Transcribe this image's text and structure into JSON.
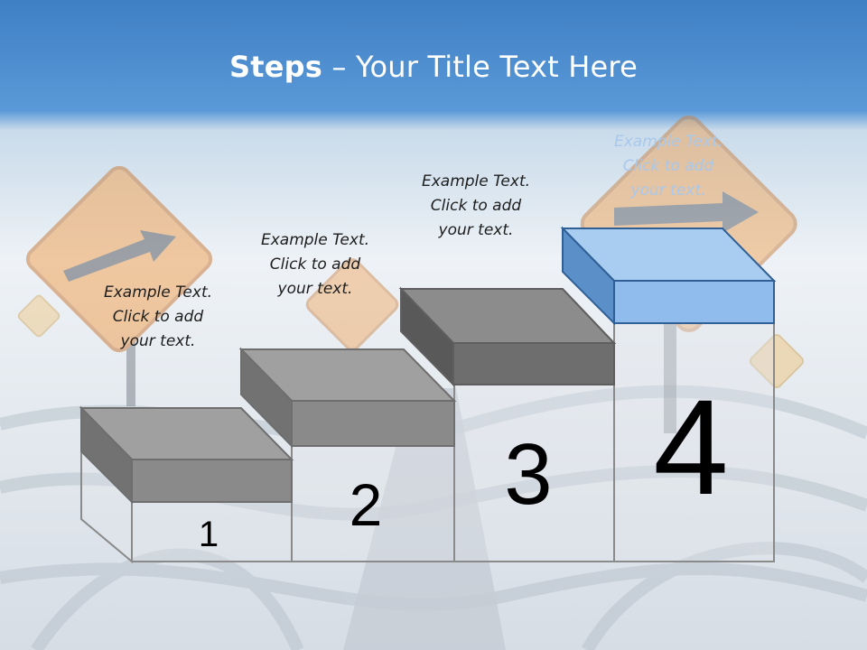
{
  "slide": {
    "title_bold": "Steps",
    "title_rest": " – Your Title Text Here"
  },
  "steps": [
    {
      "number": "1",
      "text": [
        "Example Text.",
        "Click  to add",
        "your text."
      ]
    },
    {
      "number": "2",
      "text": [
        "Example Text.",
        "Click  to add",
        "your text."
      ]
    },
    {
      "number": "3",
      "text": [
        "Example Text.",
        "Click  to add",
        "your text."
      ]
    },
    {
      "number": "4",
      "text": [
        "Example Text.",
        "Click  to add",
        "your text."
      ]
    }
  ],
  "colors": {
    "sky_top": "#3f7fc4",
    "sky_bottom": "#e9eef3",
    "block_gray": "#8a8a8a",
    "block_gray_dark": "#6a6a6a",
    "block_blue": "#8fbcec",
    "block_blue_dark": "#5b8fc8",
    "sign_orange": "#f0a55a"
  }
}
